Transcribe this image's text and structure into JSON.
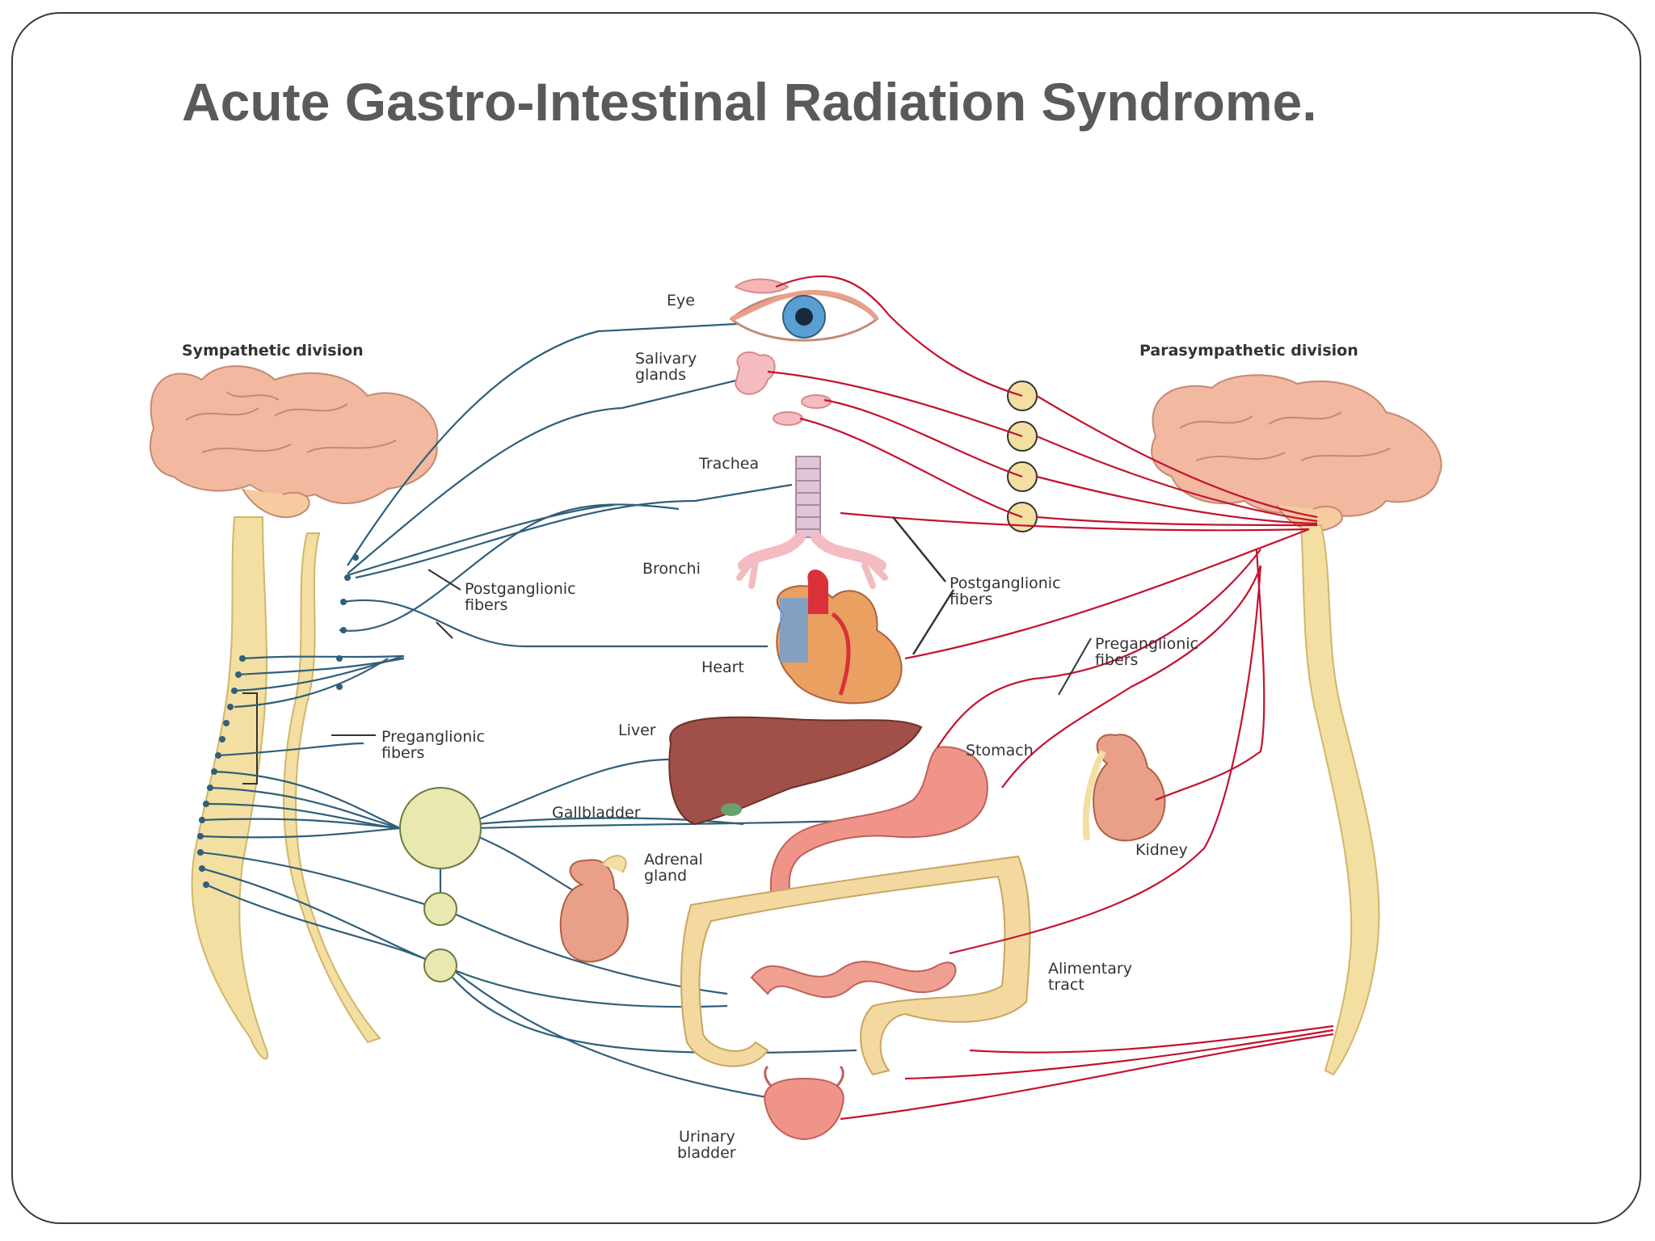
{
  "title": "Acute Gastro-Intestinal Radiation Syndrome.",
  "colors": {
    "title": "#5a5a5a",
    "sympathetic_fiber": "#2f5f7a",
    "parasympathetic_fiber": "#c4122f",
    "brain": "#f2b8a0",
    "spinal_cord": "#f3dfa2",
    "organ": "#e9a08a"
  },
  "diagram": {
    "sympathetic_division": "Sympathetic division",
    "parasympathetic_division": "Parasympathetic division",
    "organs": {
      "eye": "Eye",
      "salivary_glands": [
        "Salivary",
        "glands"
      ],
      "trachea": "Trachea",
      "bronchi": "Bronchi",
      "heart": "Heart",
      "liver": "Liver",
      "gallbladder": "Gallbladder",
      "adrenal_gland": [
        "Adrenal",
        "gland"
      ],
      "stomach": "Stomach",
      "kidney": "Kidney",
      "alimentary_tract": [
        "Alimentary",
        "tract"
      ],
      "urinary_bladder": [
        "Urinary",
        "bladder"
      ]
    },
    "fibers": {
      "postganglionic_left": [
        "Postganglionic",
        "fibers"
      ],
      "preganglionic_left": [
        "Preganglionic",
        "fibers"
      ],
      "postganglionic_right": [
        "Postganglionic",
        "fibers"
      ],
      "preganglionic_right": [
        "Preganglionic",
        "fibers"
      ]
    }
  }
}
